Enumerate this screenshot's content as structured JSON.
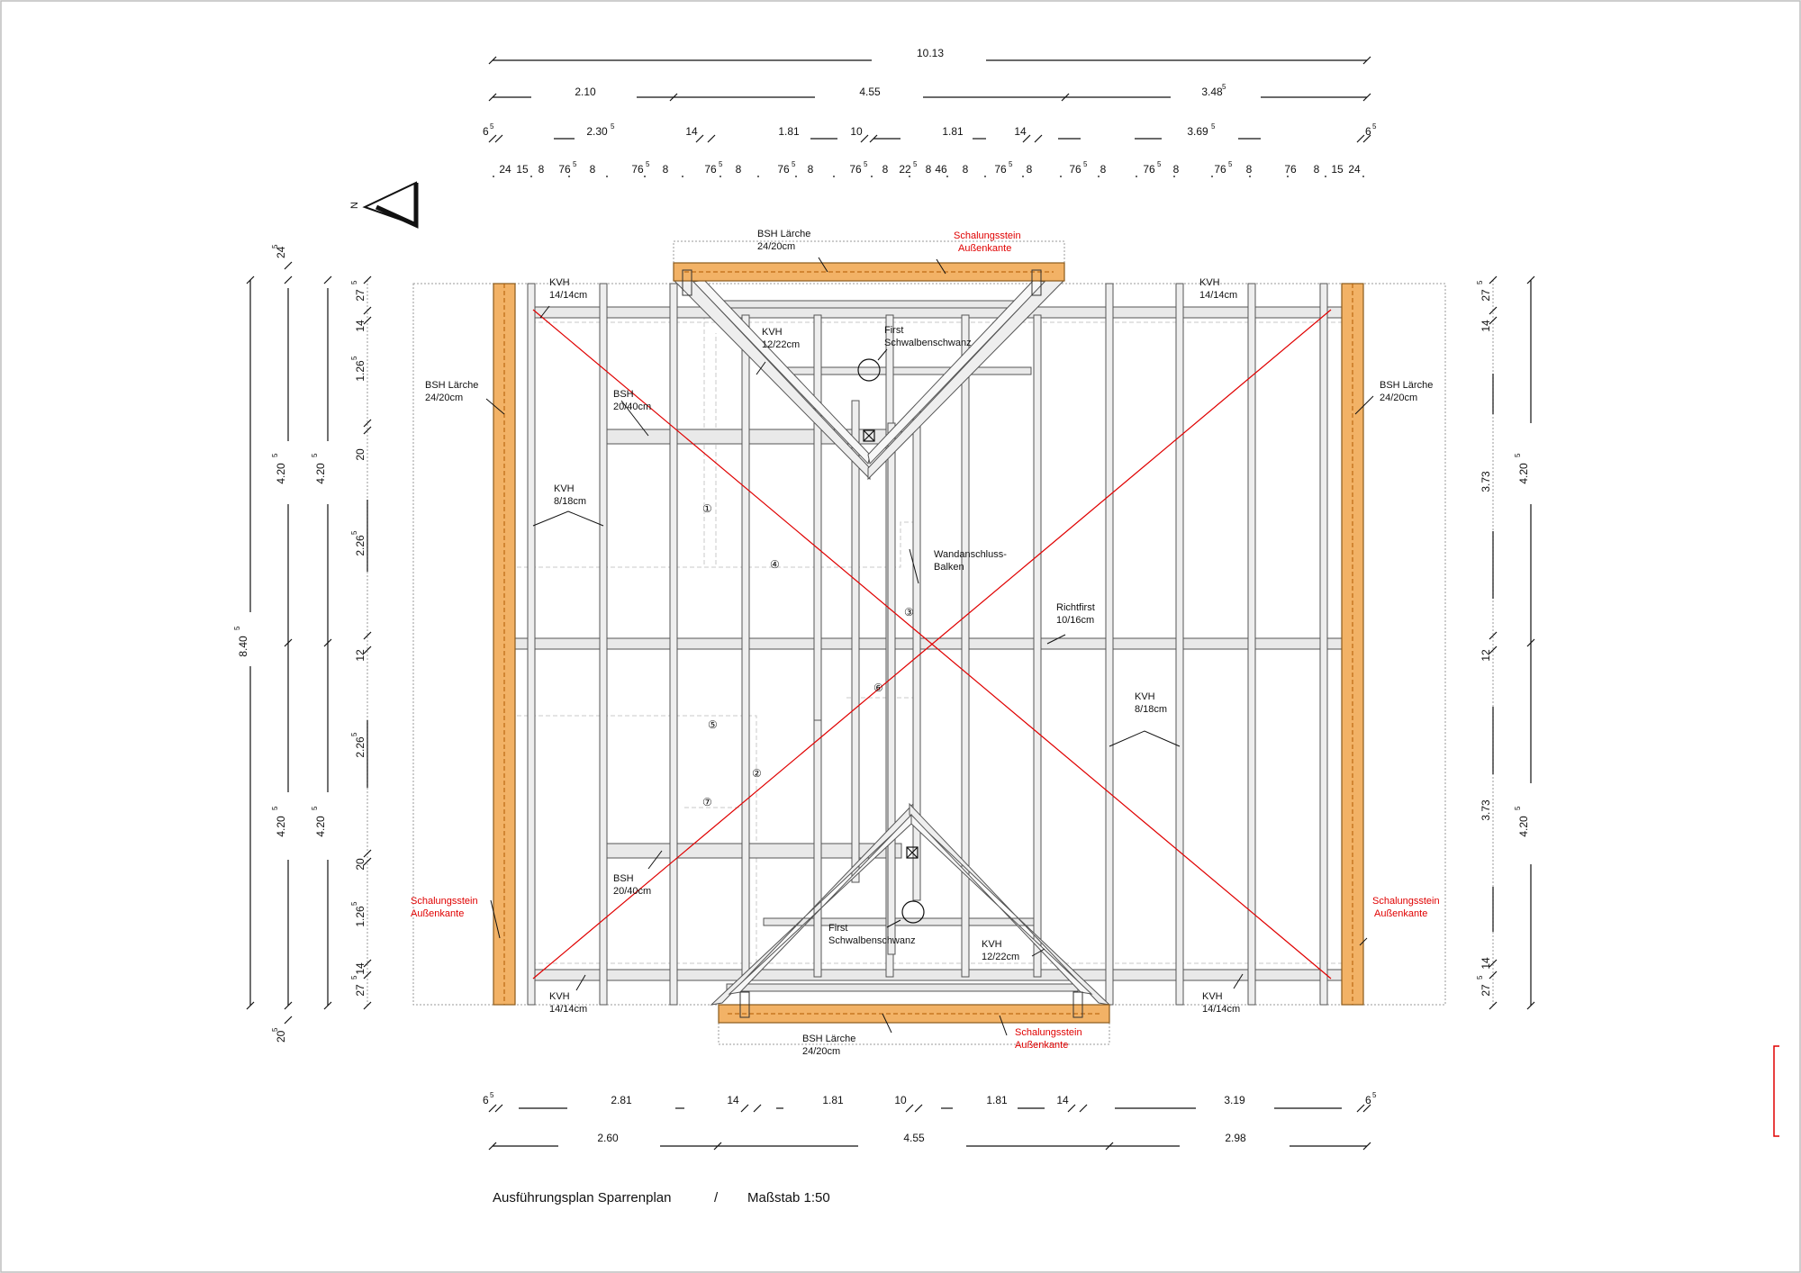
{
  "north_label": "N",
  "dims_top": {
    "row1": [
      "10.13"
    ],
    "row2": [
      "2.10",
      "4.55",
      "3.48"
    ],
    "row2_sup": [
      "",
      "",
      "5"
    ],
    "row3": [
      "6",
      "2.30",
      "14",
      "1.81",
      "10",
      "1.81",
      "14",
      "3.69",
      "6"
    ],
    "row3_sup": [
      "5",
      "5",
      "",
      "",
      "",
      "",
      "",
      "5",
      "5"
    ],
    "row4": [
      "24",
      "15",
      "8",
      "76",
      "8",
      "76",
      "8",
      "76",
      "8",
      "76",
      "8",
      "76",
      "8",
      "22",
      "8",
      "46",
      "8",
      "76",
      "8",
      "76",
      "8",
      "76",
      "8",
      "76",
      "8",
      "76",
      "8",
      "15",
      "24"
    ],
    "row4_sup": [
      "",
      "",
      "",
      "5",
      "",
      "5",
      "",
      "5",
      "",
      "5",
      "",
      "5",
      "",
      "5",
      "",
      "",
      "",
      "5",
      "",
      "5",
      "",
      "5",
      "",
      "5",
      "",
      "",
      "",
      "",
      ""
    ]
  },
  "dims_bottom": {
    "row1": [
      "6",
      "2.81",
      "14",
      "1.81",
      "10",
      "1.81",
      "14",
      "3.19",
      "6"
    ],
    "row1_sup": [
      "5",
      "",
      "",
      "",
      "",
      "",
      "",
      "",
      "5"
    ],
    "row2": [
      "2.60",
      "4.55",
      "2.98"
    ]
  },
  "dims_left": {
    "outer": [
      "8.40"
    ],
    "outer_sup": [
      "5"
    ],
    "top_extra": "24",
    "top_extra_sup": "5",
    "bottom_extra": "20",
    "bottom_extra_sup": "5",
    "mid": [
      "4.20",
      "4.20"
    ],
    "mid_sup": [
      "5",
      "5"
    ],
    "inner": [
      "4.20",
      "4.20"
    ],
    "inner_sup": [
      "5",
      "5"
    ],
    "detail": [
      "27",
      "14",
      "1.26",
      "20",
      "2.26",
      "12",
      "2.26",
      "20",
      "1.26",
      "14",
      "27"
    ],
    "detail_sup": [
      "5",
      "",
      "5",
      "",
      "5",
      "",
      "5",
      "",
      "5",
      "",
      "5"
    ]
  },
  "dims_right": {
    "outer": [
      "4.20",
      "4.20"
    ],
    "outer_sup": [
      "5",
      "5"
    ],
    "detail": [
      "27",
      "14",
      "3.73",
      "12",
      "3.73",
      "14",
      "27"
    ],
    "detail_sup": [
      "5",
      "",
      "",
      "",
      "",
      "",
      "5"
    ]
  },
  "labels": {
    "kvh_14_14": "KVH",
    "kvh_14_14_size": "14/14cm",
    "kvh_12_22": "KVH",
    "kvh_12_22_size": "12/22cm",
    "kvh_8_18": "KVH",
    "kvh_8_18_size": "8/18cm",
    "bsh_laerche": "BSH Lärche",
    "bsh_laerche_size": "24/20cm",
    "bsh": "BSH",
    "bsh_size": "20/40cm",
    "first": "First",
    "schwalbenschwanz": "Schwalbenschwanz",
    "schalungsstein": "Schalungsstein",
    "aussenkante": "Außenkante",
    "wandanschluss": "Wandanschluss-",
    "balken": "Balken",
    "richtfirst": "Richtfirst",
    "richtfirst_size": "10/16cm",
    "markers": [
      "①",
      "②",
      "③",
      "④",
      "⑤",
      "⑥",
      "⑦"
    ]
  },
  "footer": {
    "title": "Ausführungsplan Sparrenplan",
    "separator": "/",
    "scale": "Maßstab 1:50"
  },
  "colors": {
    "timber": "#f2b266",
    "timber_edge": "#8a5a1c",
    "red_line": "#e00000",
    "member": "#eaeaea"
  }
}
